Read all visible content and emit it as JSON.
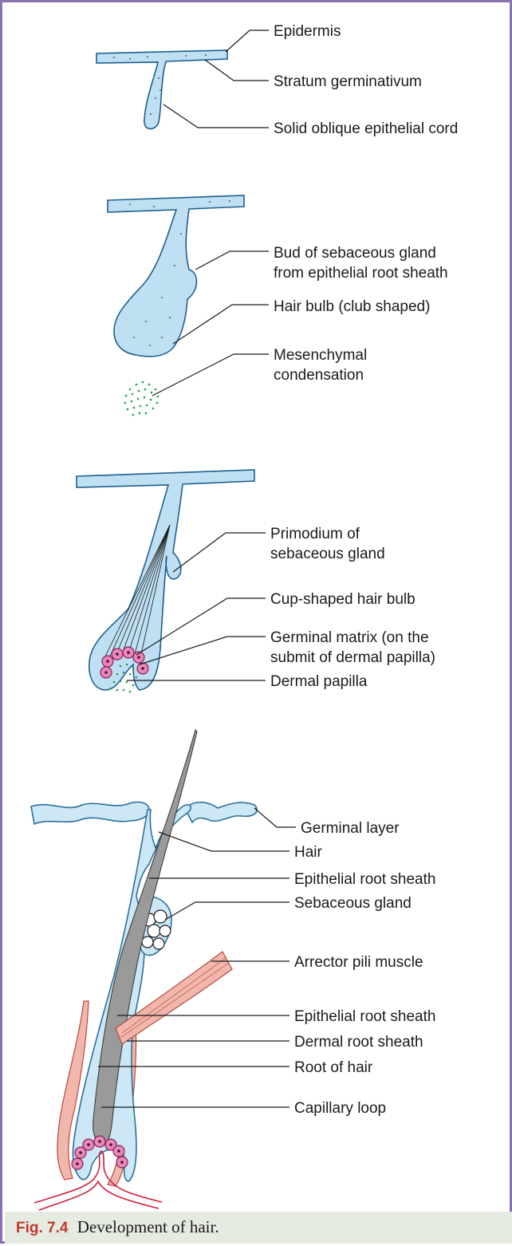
{
  "panels": [
    {
      "labels": [
        "Epidermis",
        "Stratum germinativum",
        "Solid oblique epithelial cord"
      ]
    },
    {
      "labels": [
        "Bud of sebaceous gland",
        "from epithelial root sheath",
        "Hair bulb (club shaped)",
        "Mesenchymal",
        "condensation"
      ]
    },
    {
      "labels": [
        "Primodium of",
        "sebaceous gland",
        "Cup-shaped hair bulb",
        "Germinal matrix (on the",
        "submit of dermal papilla)",
        "Dermal papilla"
      ]
    },
    {
      "labels": [
        "Germinal layer",
        "Hair",
        "Epithelial root sheath",
        "Sebaceous gland",
        "Arrector pili muscle",
        "Epithelial root sheath",
        "Dermal root sheath",
        "Root of hair",
        "Capillary loop"
      ]
    }
  ],
  "caption": {
    "number": "Fig. 7.4",
    "text": "Development of hair."
  },
  "colors": {
    "border": "#8a72b0",
    "epithelium": "#bfe0f3",
    "caption_bg": "#e6ebe1",
    "fig_number": "#c0392b",
    "mesenchyme": "#1e9e4a"
  }
}
